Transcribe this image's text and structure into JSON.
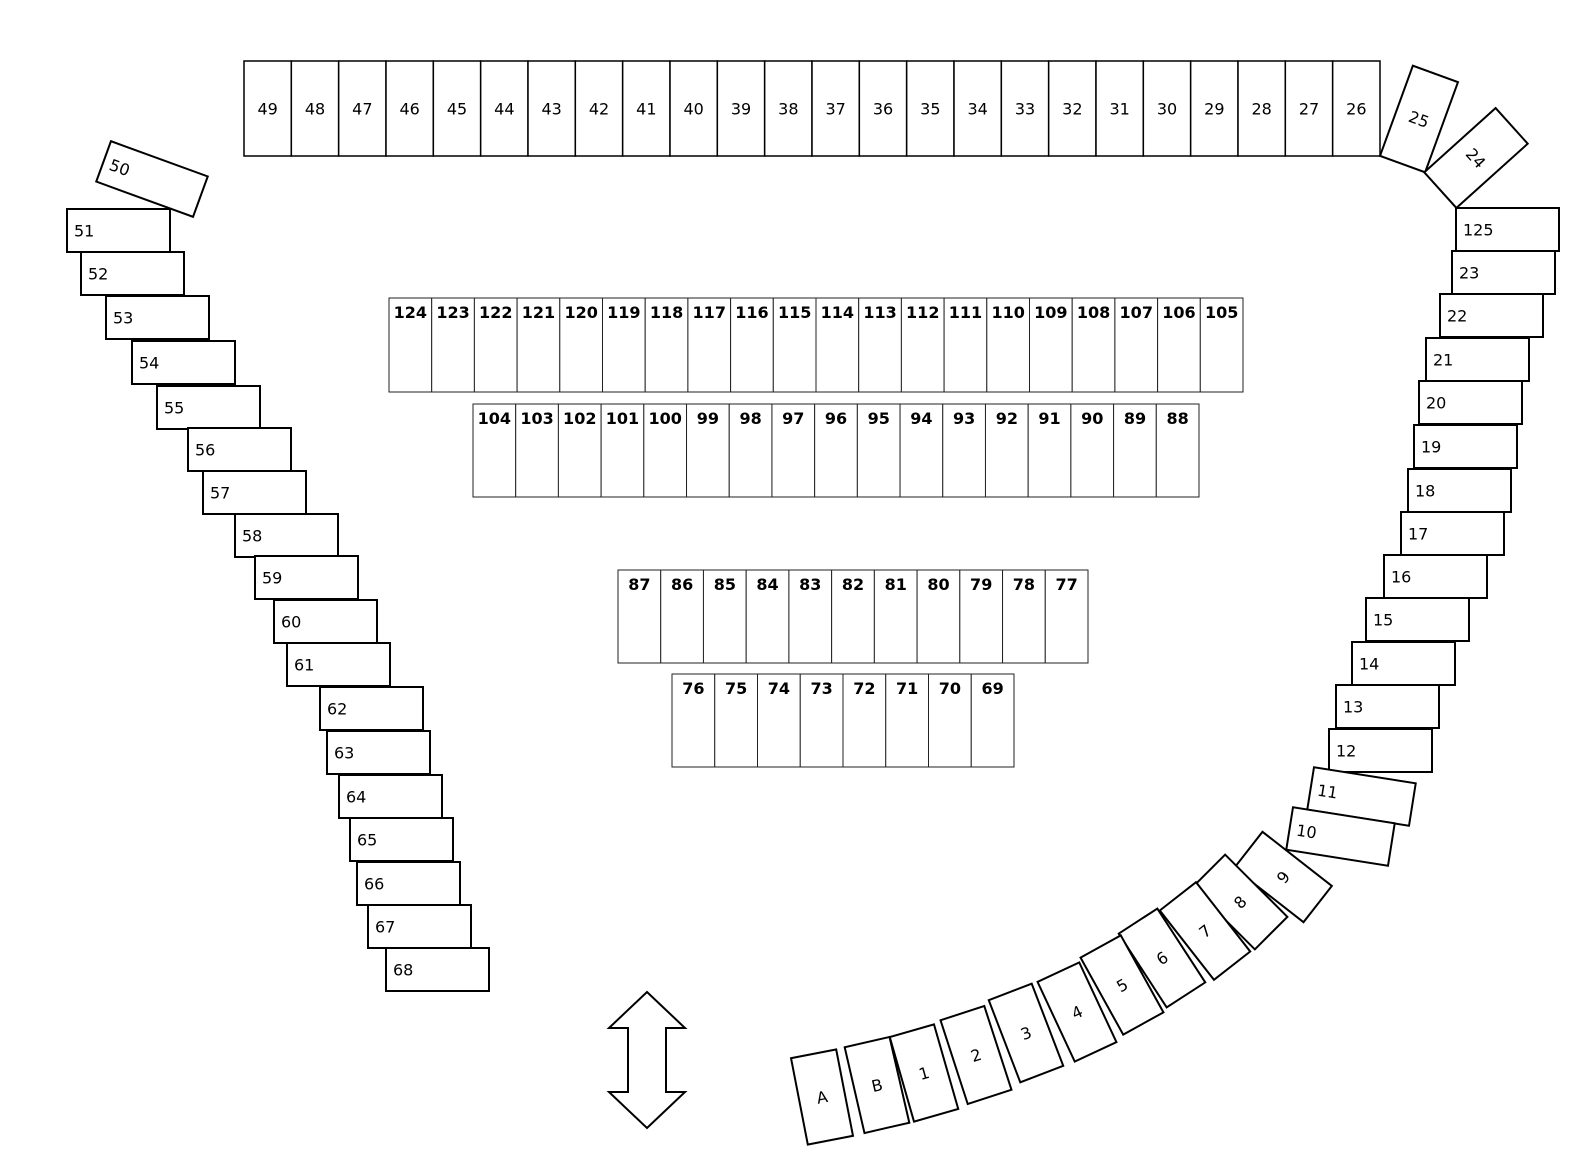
{
  "top_row": [
    "49",
    "48",
    "47",
    "46",
    "45",
    "44",
    "43",
    "42",
    "41",
    "40",
    "39",
    "38",
    "37",
    "36",
    "35",
    "34",
    "33",
    "32",
    "31",
    "30",
    "29",
    "28",
    "27",
    "26"
  ],
  "top_right_corner": [
    "25",
    "24"
  ],
  "right_column": [
    "125",
    "23",
    "22",
    "21",
    "20",
    "19",
    "18",
    "17",
    "16",
    "15",
    "14",
    "13",
    "12",
    "11",
    "10"
  ],
  "bottom_arc": [
    "9",
    "8",
    "7",
    "6",
    "5",
    "4",
    "3",
    "2",
    "1",
    "B",
    "A"
  ],
  "left_column": [
    "50",
    "51",
    "52",
    "53",
    "54",
    "55",
    "56",
    "57",
    "58",
    "59",
    "60",
    "61",
    "62",
    "63",
    "64",
    "65",
    "66",
    "67",
    "68"
  ],
  "inner_row_1": [
    "124",
    "123",
    "122",
    "121",
    "120",
    "119",
    "118",
    "117",
    "116",
    "115",
    "114",
    "113",
    "112",
    "111",
    "110",
    "109",
    "108",
    "107",
    "106",
    "105"
  ],
  "inner_row_2": [
    "104",
    "103",
    "102",
    "101",
    "100",
    "99",
    "98",
    "97",
    "96",
    "95",
    "94",
    "93",
    "92",
    "91",
    "90",
    "89",
    "88"
  ],
  "inner_row_3": [
    "87",
    "86",
    "85",
    "84",
    "83",
    "82",
    "81",
    "80",
    "79",
    "78",
    "77"
  ],
  "inner_row_4": [
    "76",
    "75",
    "74",
    "73",
    "72",
    "71",
    "70",
    "69"
  ],
  "direction_arrow": "double-arrow-vertical-icon"
}
